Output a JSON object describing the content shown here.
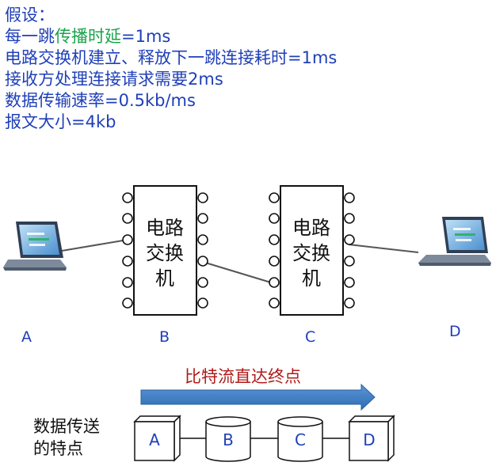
{
  "assumptions": {
    "heading": "假设：",
    "line1_pre": "每一跳",
    "line1_hl": "传播时延",
    "line1_post": "=1ms",
    "line2": "电路交换机建立、释放下一跳连接耗时=1ms",
    "line3": "接收方处理连接请求需要2ms",
    "line4": "数据传输速率=0.5kb/ms",
    "line5": "报文大小=4kb"
  },
  "nodes": {
    "a": "A",
    "b": "B",
    "c": "C",
    "d": "D"
  },
  "switch_label": {
    "line1": "电路",
    "line2": "交换",
    "line3": "机"
  },
  "flow": {
    "title": "比特流直达终点",
    "side_label_1": "数据传送",
    "side_label_2": "的特点"
  },
  "packets": [
    "A",
    "B",
    "C",
    "D"
  ],
  "colors": {
    "text_blue": "#1f3fb8",
    "highlight_green": "#18a24a",
    "arrow_blue": "#3f7fc8",
    "title_red": "#b01a1a"
  },
  "icons": [
    "laptop-icon",
    "circuit-switch-icon"
  ]
}
